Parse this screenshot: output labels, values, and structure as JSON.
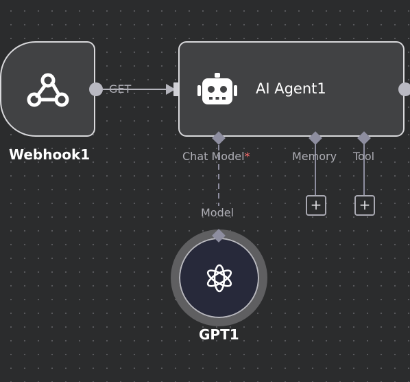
{
  "nodes": {
    "webhook": {
      "label": "Webhook1",
      "icon": "webhook-icon"
    },
    "agent": {
      "label": "AI Agent1",
      "icon": "robot-icon"
    },
    "gpt": {
      "label": "GPT1",
      "icon": "openai-icon"
    }
  },
  "connection": {
    "label": "GET"
  },
  "agent_inputs": {
    "chat_model": {
      "label": "Chat Model",
      "required_mark": "*"
    },
    "memory": {
      "label": "Memory",
      "add_label": "+"
    },
    "tool": {
      "label": "Tool",
      "add_label": "+"
    }
  },
  "gpt_output": {
    "label": "Model"
  },
  "colors": {
    "canvas": "#2b2c2d",
    "node_fill": "#414244",
    "node_border": "#d9d9dc",
    "handle": "#8e8ea0",
    "required": "#ff6d6d",
    "gpt_fill": "#27293a"
  }
}
